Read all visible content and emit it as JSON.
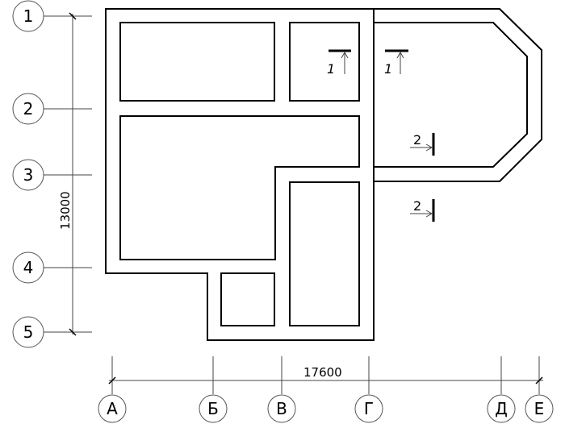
{
  "axes": {
    "rows": [
      "1",
      "2",
      "3",
      "4",
      "5"
    ],
    "columns": [
      "А",
      "Б",
      "В",
      "Г",
      "Д",
      "Е"
    ]
  },
  "dimensions": {
    "vertical": "13000",
    "horizontal": "17600"
  },
  "section_marks": {
    "section_1": [
      "1",
      "1"
    ],
    "section_2": [
      "2",
      "2"
    ]
  }
}
